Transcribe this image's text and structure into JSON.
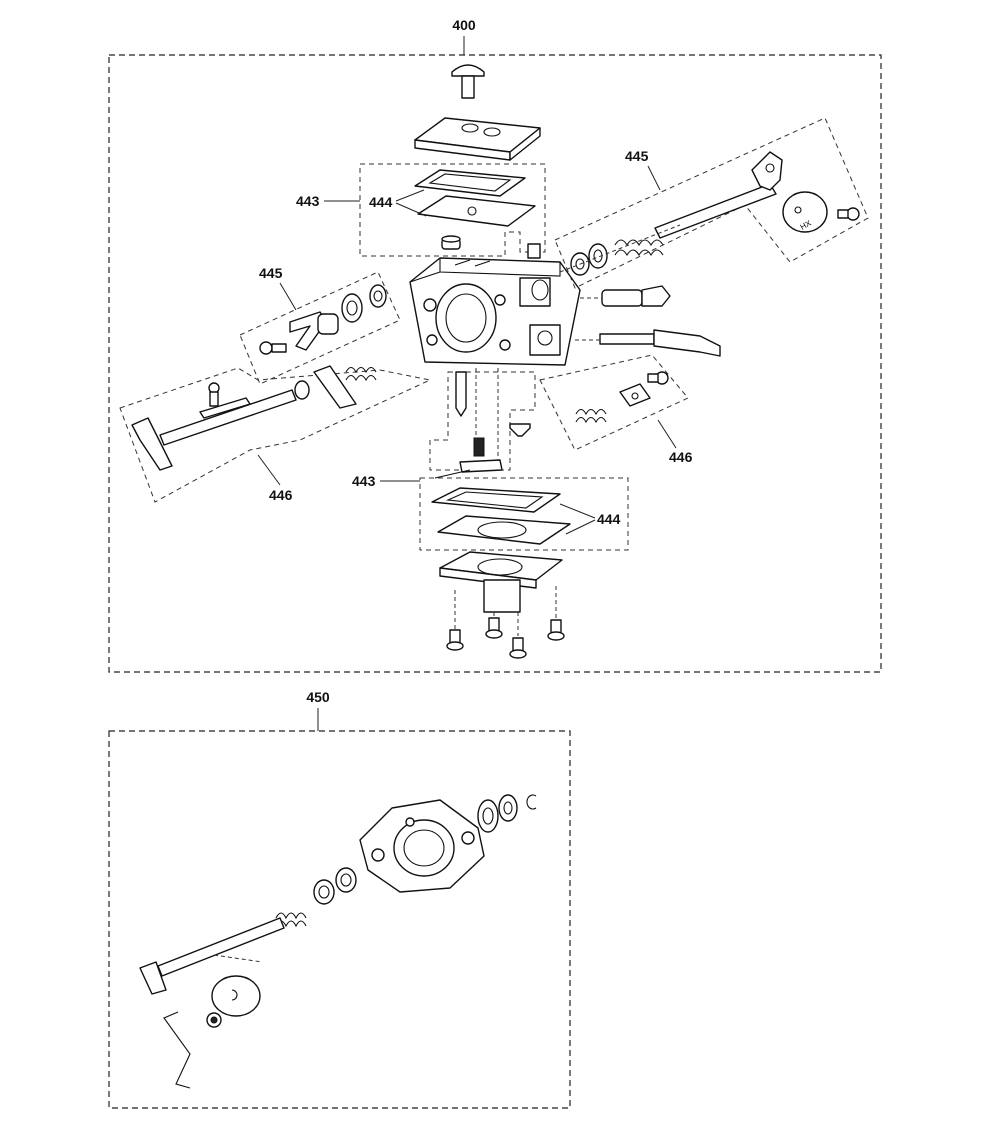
{
  "callouts": {
    "assy_400": "400",
    "assy_450": "450",
    "c443_upper": "443",
    "c444_upper": "444",
    "c445_right": "445",
    "c445_left": "445",
    "c446_left": "446",
    "c446_right": "446",
    "c443_lower": "443",
    "c444_lower": "444"
  }
}
